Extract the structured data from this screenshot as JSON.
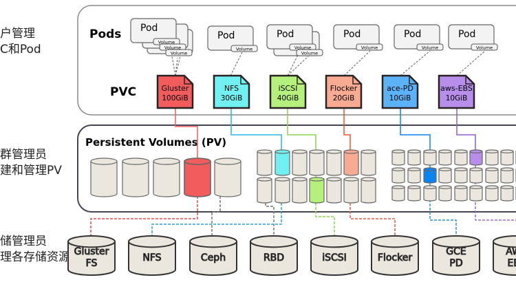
{
  "side_labels": [
    {
      "line1": "户管理",
      "line2": "C和Pod"
    },
    {
      "line1": "群管理员",
      "line2": "建和管理PV"
    },
    {
      "line1": "储管理员",
      "line2": "理各存储资源"
    }
  ],
  "pods_section": {
    "title": "Pods",
    "pod_label": "Pod",
    "volume_label": "Volume"
  },
  "pvc_section": {
    "title": "PVC"
  },
  "pv_section": {
    "title": "Persistent Volumes (PV)"
  },
  "pvcs": [
    {
      "name": "Gluster",
      "size": "100GiB",
      "color": "#f25c5c"
    },
    {
      "name": "NFS",
      "size": "30GiB",
      "color": "#70f0f0"
    },
    {
      "name": "iSCSI",
      "size": "40GiB",
      "color": "#b6f07c"
    },
    {
      "name": "Flocker",
      "size": "20GiB",
      "color": "#f8aa92"
    },
    {
      "name": "ace-PD",
      "size": "10GiB",
      "color": "#5cb2f6"
    },
    {
      "name": "aws-EBS",
      "size": "10GiB",
      "color": "#b78ee9"
    }
  ],
  "storage_backends": [
    {
      "line1": "Gluster",
      "line2": "FS"
    },
    {
      "line1": "NFS",
      "line2": ""
    },
    {
      "line1": "Ceph",
      "line2": ""
    },
    {
      "line1": "RBD",
      "line2": ""
    },
    {
      "line1": "iSCSI",
      "line2": ""
    },
    {
      "line1": "Flocker",
      "line2": ""
    },
    {
      "line1": "GCE",
      "line2": "PD"
    },
    {
      "line1": "AWS",
      "line2": "EBS"
    }
  ],
  "colors": {
    "cylinder_fill": "#ebe7df",
    "cylinder_stroke": "#666666",
    "pv_blue": "#0a84f0"
  }
}
